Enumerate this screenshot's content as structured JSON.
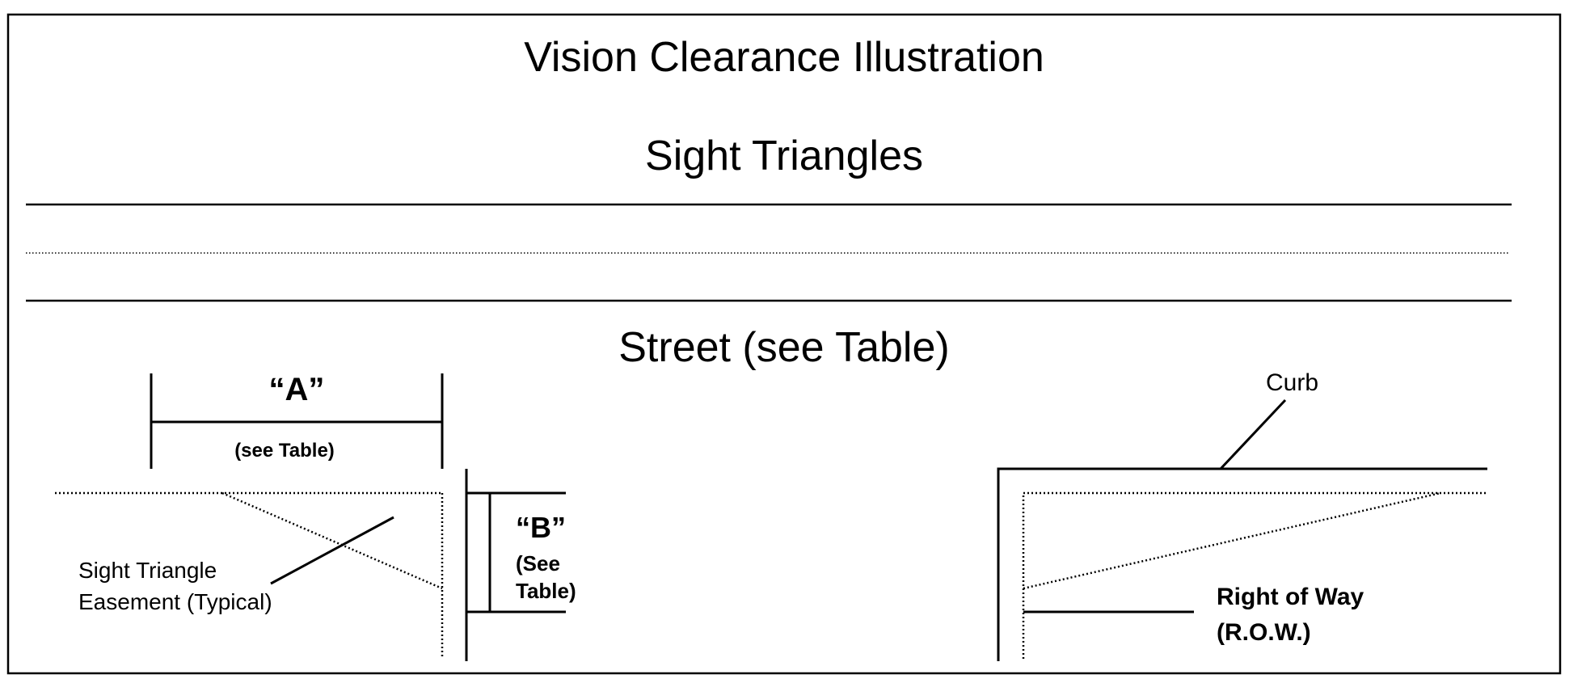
{
  "title": "Vision Clearance Illustration",
  "subtitle": "Sight Triangles",
  "street_label": "Street (see Table)",
  "dimension_a": {
    "label": "“A”",
    "note": "(see Table)"
  },
  "dimension_b": {
    "label": "“B”",
    "note_line1": "(See",
    "note_line2": "Table)"
  },
  "sight_triangle_label": {
    "line1": "Sight Triangle",
    "line2": "Easement (Typical)"
  },
  "curb_label": "Curb",
  "row_label": {
    "line1": "Right of Way",
    "line2": "(R.O.W.)"
  }
}
